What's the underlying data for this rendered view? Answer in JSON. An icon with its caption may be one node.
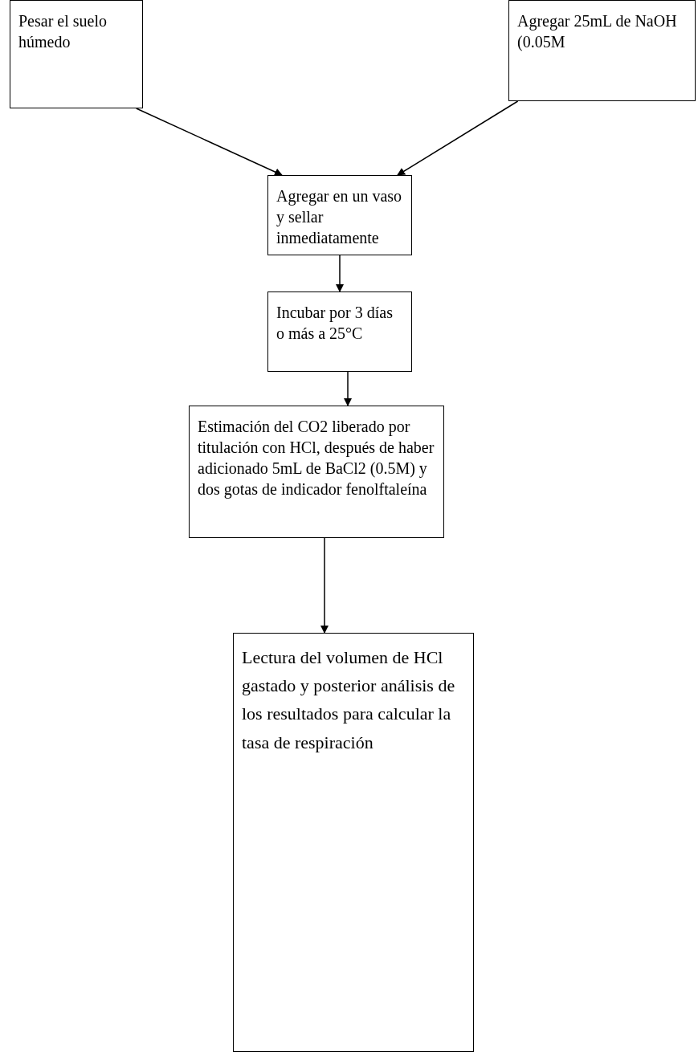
{
  "diagram": {
    "nodes": [
      {
        "text": [
          "Pesar el suelo húmedo"
        ]
      },
      {
        "text": [
          "Agregar 25mL de NaOH (0.05M"
        ]
      },
      {
        "text": [
          "Agregar en un vaso y sellar inmediatamente"
        ]
      },
      {
        "text": [
          "Incubar por 3 días o más a 25°C"
        ]
      },
      {
        "text": [
          "Estimación del CO2 liberado por titulación con HCl, después de haber adicionado 5mL de BaCl2 (0.5M) y dos gotas de indicador fenolftaleína"
        ]
      },
      {
        "text": [
          "Lectura del volumen de HCl gastado y posterior análisis de los resultados para calcular la tasa de respiración"
        ]
      }
    ],
    "edges": [
      {
        "from": 0,
        "to": 2,
        "arrow": "to"
      },
      {
        "from": 1,
        "to": 2,
        "arrow": "to"
      },
      {
        "from": 2,
        "to": 3,
        "arrow": "to"
      },
      {
        "from": 3,
        "to": 4,
        "arrow": "to"
      },
      {
        "from": 4,
        "to": 5,
        "arrow": "to"
      }
    ]
  }
}
